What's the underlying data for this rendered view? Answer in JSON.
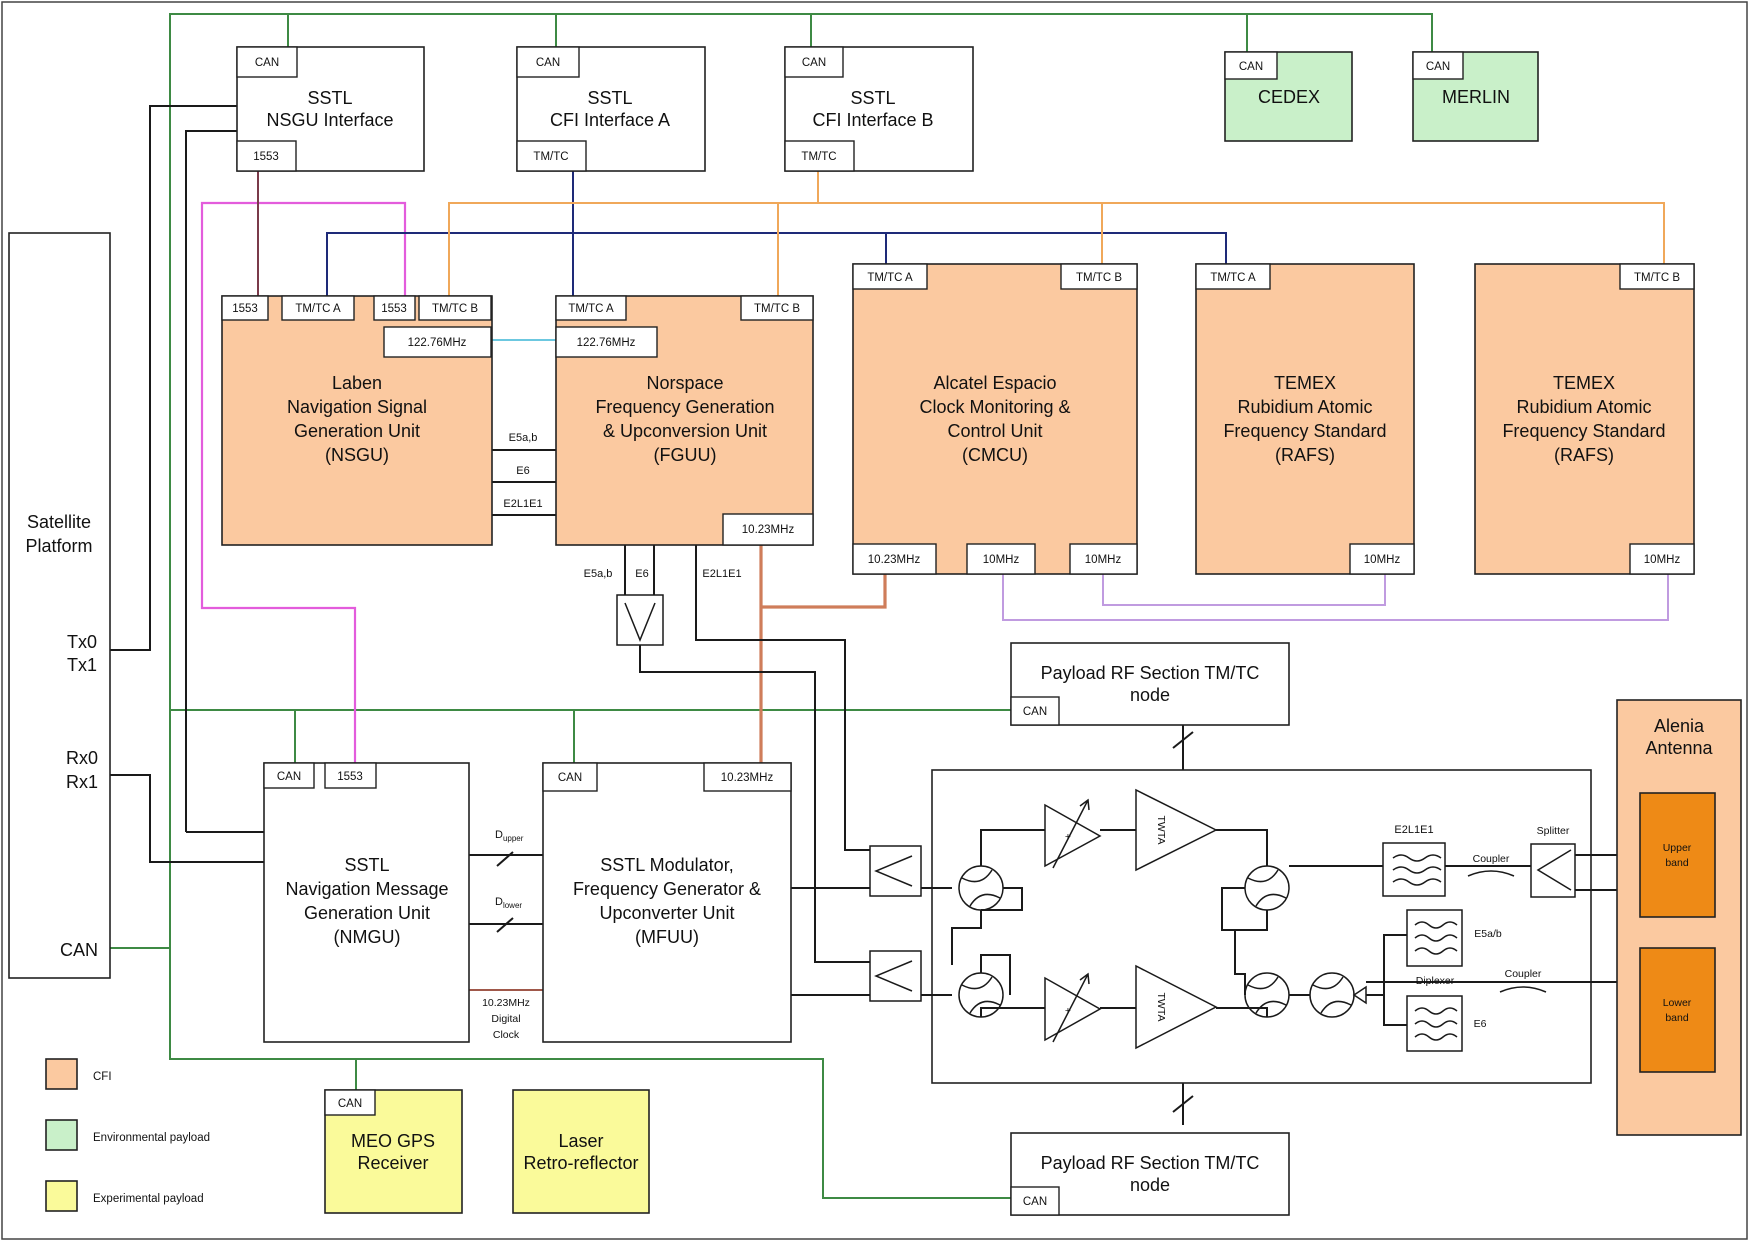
{
  "colors": {
    "cfi": "#fbc9a0",
    "environmental": "#c9f0c9",
    "experimental": "#fafa9a",
    "antenna_band": "#ee8a16",
    "can_wire": "#3e8a44"
  },
  "legend": {
    "cfi": "CFI",
    "environmental": "Environmental payload",
    "experimental": "Experimental payload"
  },
  "satellite": {
    "line1": "Satellite",
    "line2": "Platform",
    "tx0": "Tx0",
    "tx1": "Tx1",
    "rx0": "Rx0",
    "rx1": "Rx1",
    "can": "CAN"
  },
  "nsgu_if": {
    "line1": "SSTL",
    "line2": "NSGU Interface",
    "can": "CAN",
    "p1553": "1553"
  },
  "cfi_a": {
    "line1": "SSTL",
    "line2": "CFI Interface A",
    "can": "CAN",
    "tmtc": "TM/TC"
  },
  "cfi_b": {
    "line1": "SSTL",
    "line2": "CFI Interface B",
    "can": "CAN",
    "tmtc": "TM/TC"
  },
  "cedex": {
    "name": "CEDEX",
    "can": "CAN"
  },
  "merlin": {
    "name": "MERLIN",
    "can": "CAN"
  },
  "nsgu": {
    "line1": "Laben",
    "line2": "Navigation Signal",
    "line3": "Generation Unit",
    "line4": "(NSGU)",
    "p1553a": "1553",
    "tmtca": "TM/TC A",
    "p1553b": "1553",
    "tmtcb": "TM/TC B",
    "clk": "122.76MHz"
  },
  "fguu": {
    "line1": "Norspace",
    "line2": "Frequency Generation",
    "line3": "& Upconversion Unit",
    "line4": "(FGUU)",
    "tmtca": "TM/TC A",
    "tmtcb": "TM/TC B",
    "clk": "122.76MHz",
    "ref": "10.23MHz"
  },
  "cmcu": {
    "line1": "Alcatel Espacio",
    "line2": "Clock Monitoring &",
    "line3": "Control Unit",
    "line4": "(CMCU)",
    "tmtca": "TM/TC A",
    "tmtcb": "TM/TC B",
    "out1023": "10.23MHz",
    "in10a": "10MHz",
    "in10b": "10MHz"
  },
  "rafs1": {
    "line1": "TEMEX",
    "line2": "Rubidium Atomic",
    "line3": "Frequency Standard",
    "line4": "(RAFS)",
    "tmtc": "TM/TC A",
    "out": "10MHz"
  },
  "rafs2": {
    "line1": "TEMEX",
    "line2": "Rubidium Atomic",
    "line3": "Frequency Standard",
    "line4": "(RAFS)",
    "tmtc": "TM/TC B",
    "out": "10MHz"
  },
  "signals": {
    "e5ab": "E5a,b",
    "e6": "E6",
    "e2l1e1": "E2L1E1",
    "fg_e5ab": "E5a,b",
    "fg_e6": "E6",
    "fg_e2l1e1": "E2L1E1",
    "d_upper": "D",
    "d_upper_sub": "upper",
    "d_lower": "D",
    "d_lower_sub": "lower",
    "dig1": "10.23MHz",
    "dig2": "Digital",
    "dig3": "Clock"
  },
  "rf_top": {
    "line1": "Payload RF Section TM/TC",
    "line2": "node",
    "can": "CAN"
  },
  "rf_bot": {
    "line1": "Payload RF Section TM/TC",
    "line2": "node",
    "can": "CAN"
  },
  "nmgu": {
    "line1": "SSTL",
    "line2": "Navigation Message",
    "line3": "Generation Unit",
    "line4": "(NMGU)",
    "can": "CAN",
    "p1553": "1553"
  },
  "mfuu": {
    "line1": "SSTL Modulator,",
    "line2": "Frequency Generator &",
    "line3": "Upconverter Unit",
    "line4": "(MFUU)",
    "can": "CAN",
    "ref": "10.23MHz"
  },
  "rf": {
    "twta1": "TWTA",
    "twta2": "TWTA",
    "filter_top": "E2L1E1",
    "coupler1": "Coupler",
    "coupler2": "Coupler",
    "splitter": "Splitter",
    "diplexer": "Diplexer",
    "e5ab": "E5a/b",
    "e6": "E6"
  },
  "antenna": {
    "line1": "Alenia",
    "line2": "Antenna",
    "upper1": "Upper",
    "upper2": "band",
    "lower1": "Lower",
    "lower2": "band"
  },
  "gps": {
    "line1": "MEO GPS",
    "line2": "Receiver",
    "can": "CAN"
  },
  "laser": {
    "line1": "Laser",
    "line2": "Retro-reflector"
  }
}
